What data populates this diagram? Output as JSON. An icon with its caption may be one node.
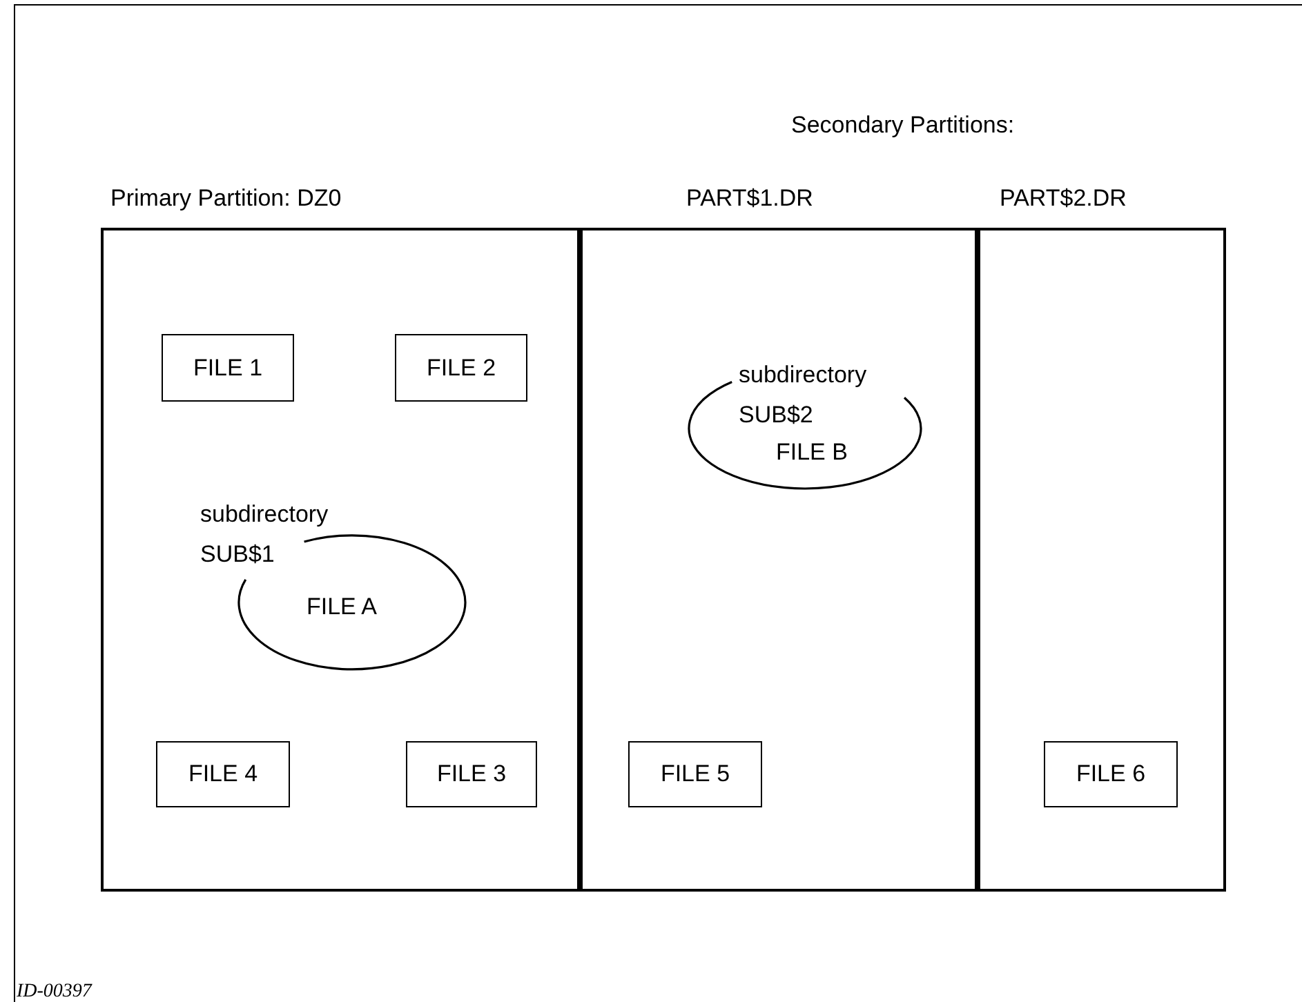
{
  "diagram": {
    "nodes": [
      {
        "text": [
          "Primary Partition: DZ0"
        ]
      },
      {
        "text": [
          "FILE 1"
        ],
        "in": 0
      },
      {
        "text": [
          "FILE 2"
        ],
        "in": 0
      },
      {
        "text": [
          "subdirectory SUB$1",
          "FILE A"
        ],
        "in": 0
      },
      {
        "text": [
          "FILE 4"
        ],
        "in": 0
      },
      {
        "text": [
          "FILE 3"
        ],
        "in": 0
      },
      {
        "text": [
          "PART$1.DR"
        ]
      },
      {
        "text": [
          "subdirectory SUB$2",
          "FILE B"
        ],
        "in": 6
      },
      {
        "text": [
          "FILE 5"
        ],
        "in": 6
      },
      {
        "text": [
          "PART$2.DR"
        ]
      },
      {
        "text": [
          "FILE 6"
        ],
        "in": 9
      }
    ],
    "labels": [
      "Secondary Partitions:",
      "ID-00397"
    ]
  }
}
